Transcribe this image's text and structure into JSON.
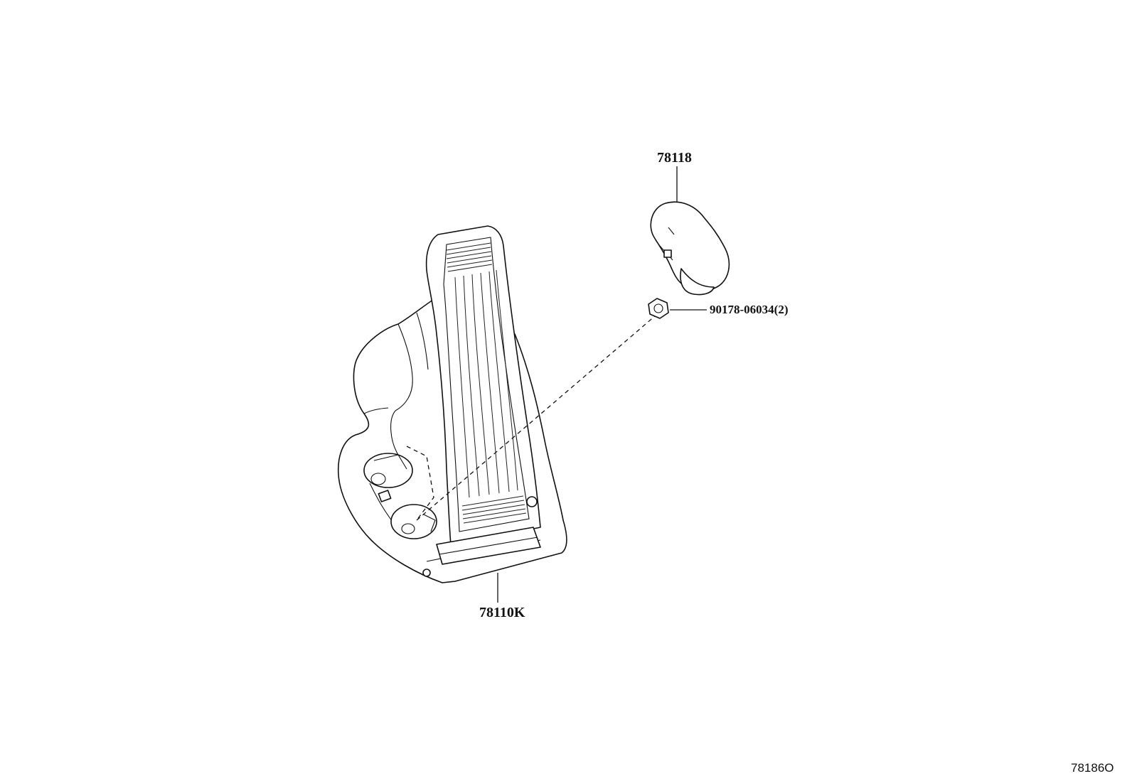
{
  "callouts": {
    "pedal_assembly": "78110K",
    "pedal_pad": "78118",
    "nut": "90178-06034(2)"
  },
  "figure_id": "78186O"
}
